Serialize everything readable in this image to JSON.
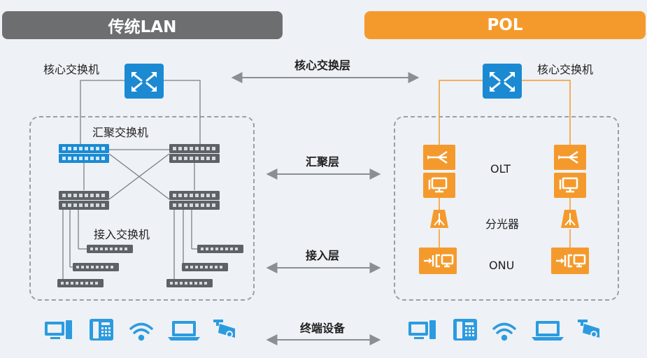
{
  "left_panel": {
    "title": "传统LAN",
    "core_switch_label": "核心交换机",
    "aggregation_switch_label": "汇聚交换机",
    "access_switch_label": "接入交换机"
  },
  "right_panel": {
    "title": "POL",
    "core_switch_label": "核心交换机",
    "olt_label": "OLT",
    "splitter_label": "分光器",
    "onu_label": "ONU"
  },
  "layers": {
    "core": "核心交换层",
    "aggregation": "汇聚层",
    "access": "接入层",
    "terminal": "终端设备"
  },
  "terminal_devices": [
    "pc-icon",
    "phone-icon",
    "wifi-icon",
    "laptop-icon",
    "camera-icon"
  ],
  "colors": {
    "left_header": "#6d6e70",
    "right_header": "#f49a2d",
    "switch_blue": "#1b8ad3",
    "device_blue": "#2b9be0",
    "pol_orange": "#f49a2d",
    "switch_gray": "#5d6267"
  }
}
